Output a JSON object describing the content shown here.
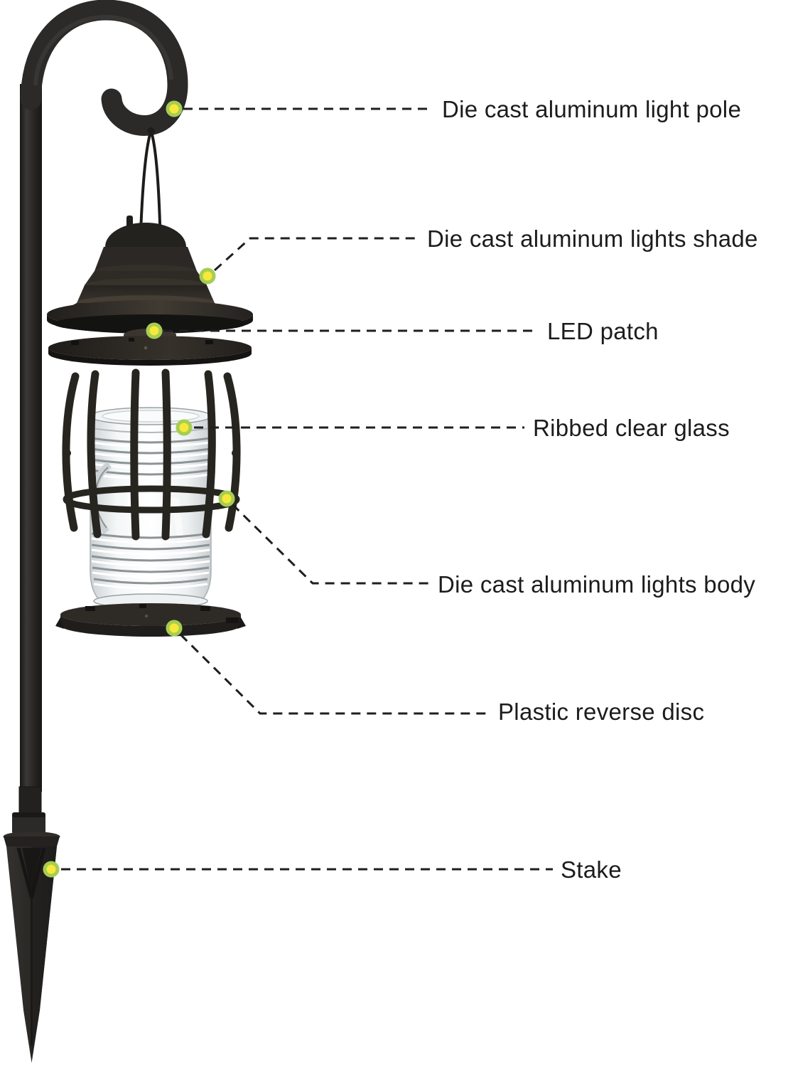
{
  "page": {
    "background": "#ffffff",
    "description": "Exploded-view parts diagram of a hanging solar lantern pathway light"
  },
  "colors": {
    "marker_fill": "#f6e93b",
    "marker_ring": "#a6cd52",
    "callout_line": "#1f1f1f",
    "label_text": "#1c1c1c",
    "metal_dark": "#26231f",
    "glass_light": "#f4f6f7"
  },
  "callouts": [
    {
      "id": "light-pole",
      "label": "Die cast aluminum light pole"
    },
    {
      "id": "lights-shade",
      "label": "Die cast aluminum lights shade"
    },
    {
      "id": "led-patch",
      "label": "LED patch"
    },
    {
      "id": "ribbed-glass",
      "label": "Ribbed clear glass"
    },
    {
      "id": "lights-body",
      "label": "Die cast aluminum lights body"
    },
    {
      "id": "reverse-disc",
      "label": "Plastic reverse disc"
    },
    {
      "id": "stake",
      "label": "Stake"
    }
  ]
}
